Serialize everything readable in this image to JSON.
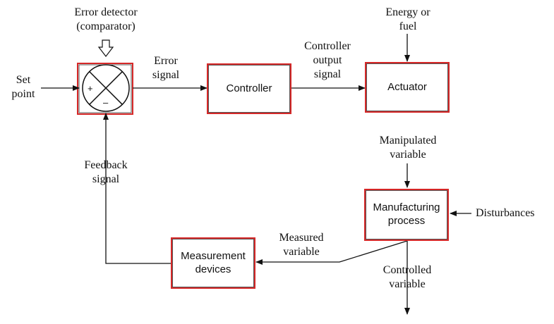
{
  "colors": {
    "block_border": "#d62828",
    "line": "#111111"
  },
  "comparator": {
    "title_line1": "Error detector",
    "title_line2": "(comparator)",
    "plus_sign": "+",
    "minus_sign": "–"
  },
  "blocks": {
    "controller": "Controller",
    "actuator": "Actuator",
    "process_line1": "Manufacturing",
    "process_line2": "process",
    "measurement_line1": "Measurement",
    "measurement_line2": "devices"
  },
  "signals": {
    "set_point_line1": "Set",
    "set_point_line2": "point",
    "error_signal_line1": "Error",
    "error_signal_line2": "signal",
    "controller_output_line1": "Controller",
    "controller_output_line2": "output",
    "controller_output_line3": "signal",
    "energy_line1": "Energy or",
    "energy_line2": "fuel",
    "manipulated_line1": "Manipulated",
    "manipulated_line2": "variable",
    "disturbances": "Disturbances",
    "controlled_line1": "Controlled",
    "controlled_line2": "variable",
    "measured_line1": "Measured",
    "measured_line2": "variable",
    "feedback_line1": "Feedback",
    "feedback_line2": "signal"
  }
}
